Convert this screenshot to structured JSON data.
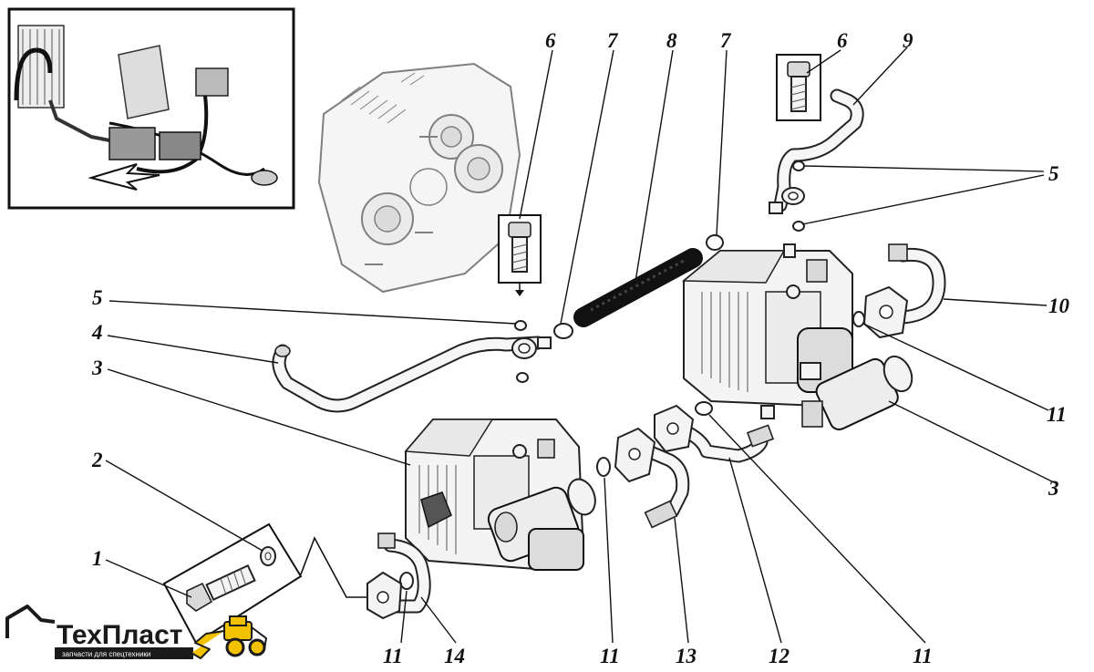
{
  "callouts": [
    {
      "id": "c1",
      "label": "1"
    },
    {
      "id": "c2",
      "label": "2"
    },
    {
      "id": "c3a",
      "label": "3"
    },
    {
      "id": "c3b",
      "label": "3"
    },
    {
      "id": "c4",
      "label": "4"
    },
    {
      "id": "c5a",
      "label": "5"
    },
    {
      "id": "c5b",
      "label": "5"
    },
    {
      "id": "c6a",
      "label": "6"
    },
    {
      "id": "c6b",
      "label": "6"
    },
    {
      "id": "c7a",
      "label": "7"
    },
    {
      "id": "c7b",
      "label": "7"
    },
    {
      "id": "c8",
      "label": "8"
    },
    {
      "id": "c9",
      "label": "9"
    },
    {
      "id": "c10",
      "label": "10"
    },
    {
      "id": "c11a",
      "label": "11"
    },
    {
      "id": "c11b",
      "label": "11"
    },
    {
      "id": "c11c",
      "label": "11"
    },
    {
      "id": "c11d",
      "label": "11"
    },
    {
      "id": "c12",
      "label": "12"
    },
    {
      "id": "c13",
      "label": "13"
    },
    {
      "id": "c14",
      "label": "14"
    }
  ],
  "logo": {
    "brand": "ТехПласт",
    "tagline": "запчасти для спецтехники",
    "color": "#f2c200"
  },
  "colors": {
    "line": "#111111",
    "background": "#ffffff",
    "logo_yellow": "#f2c200"
  }
}
